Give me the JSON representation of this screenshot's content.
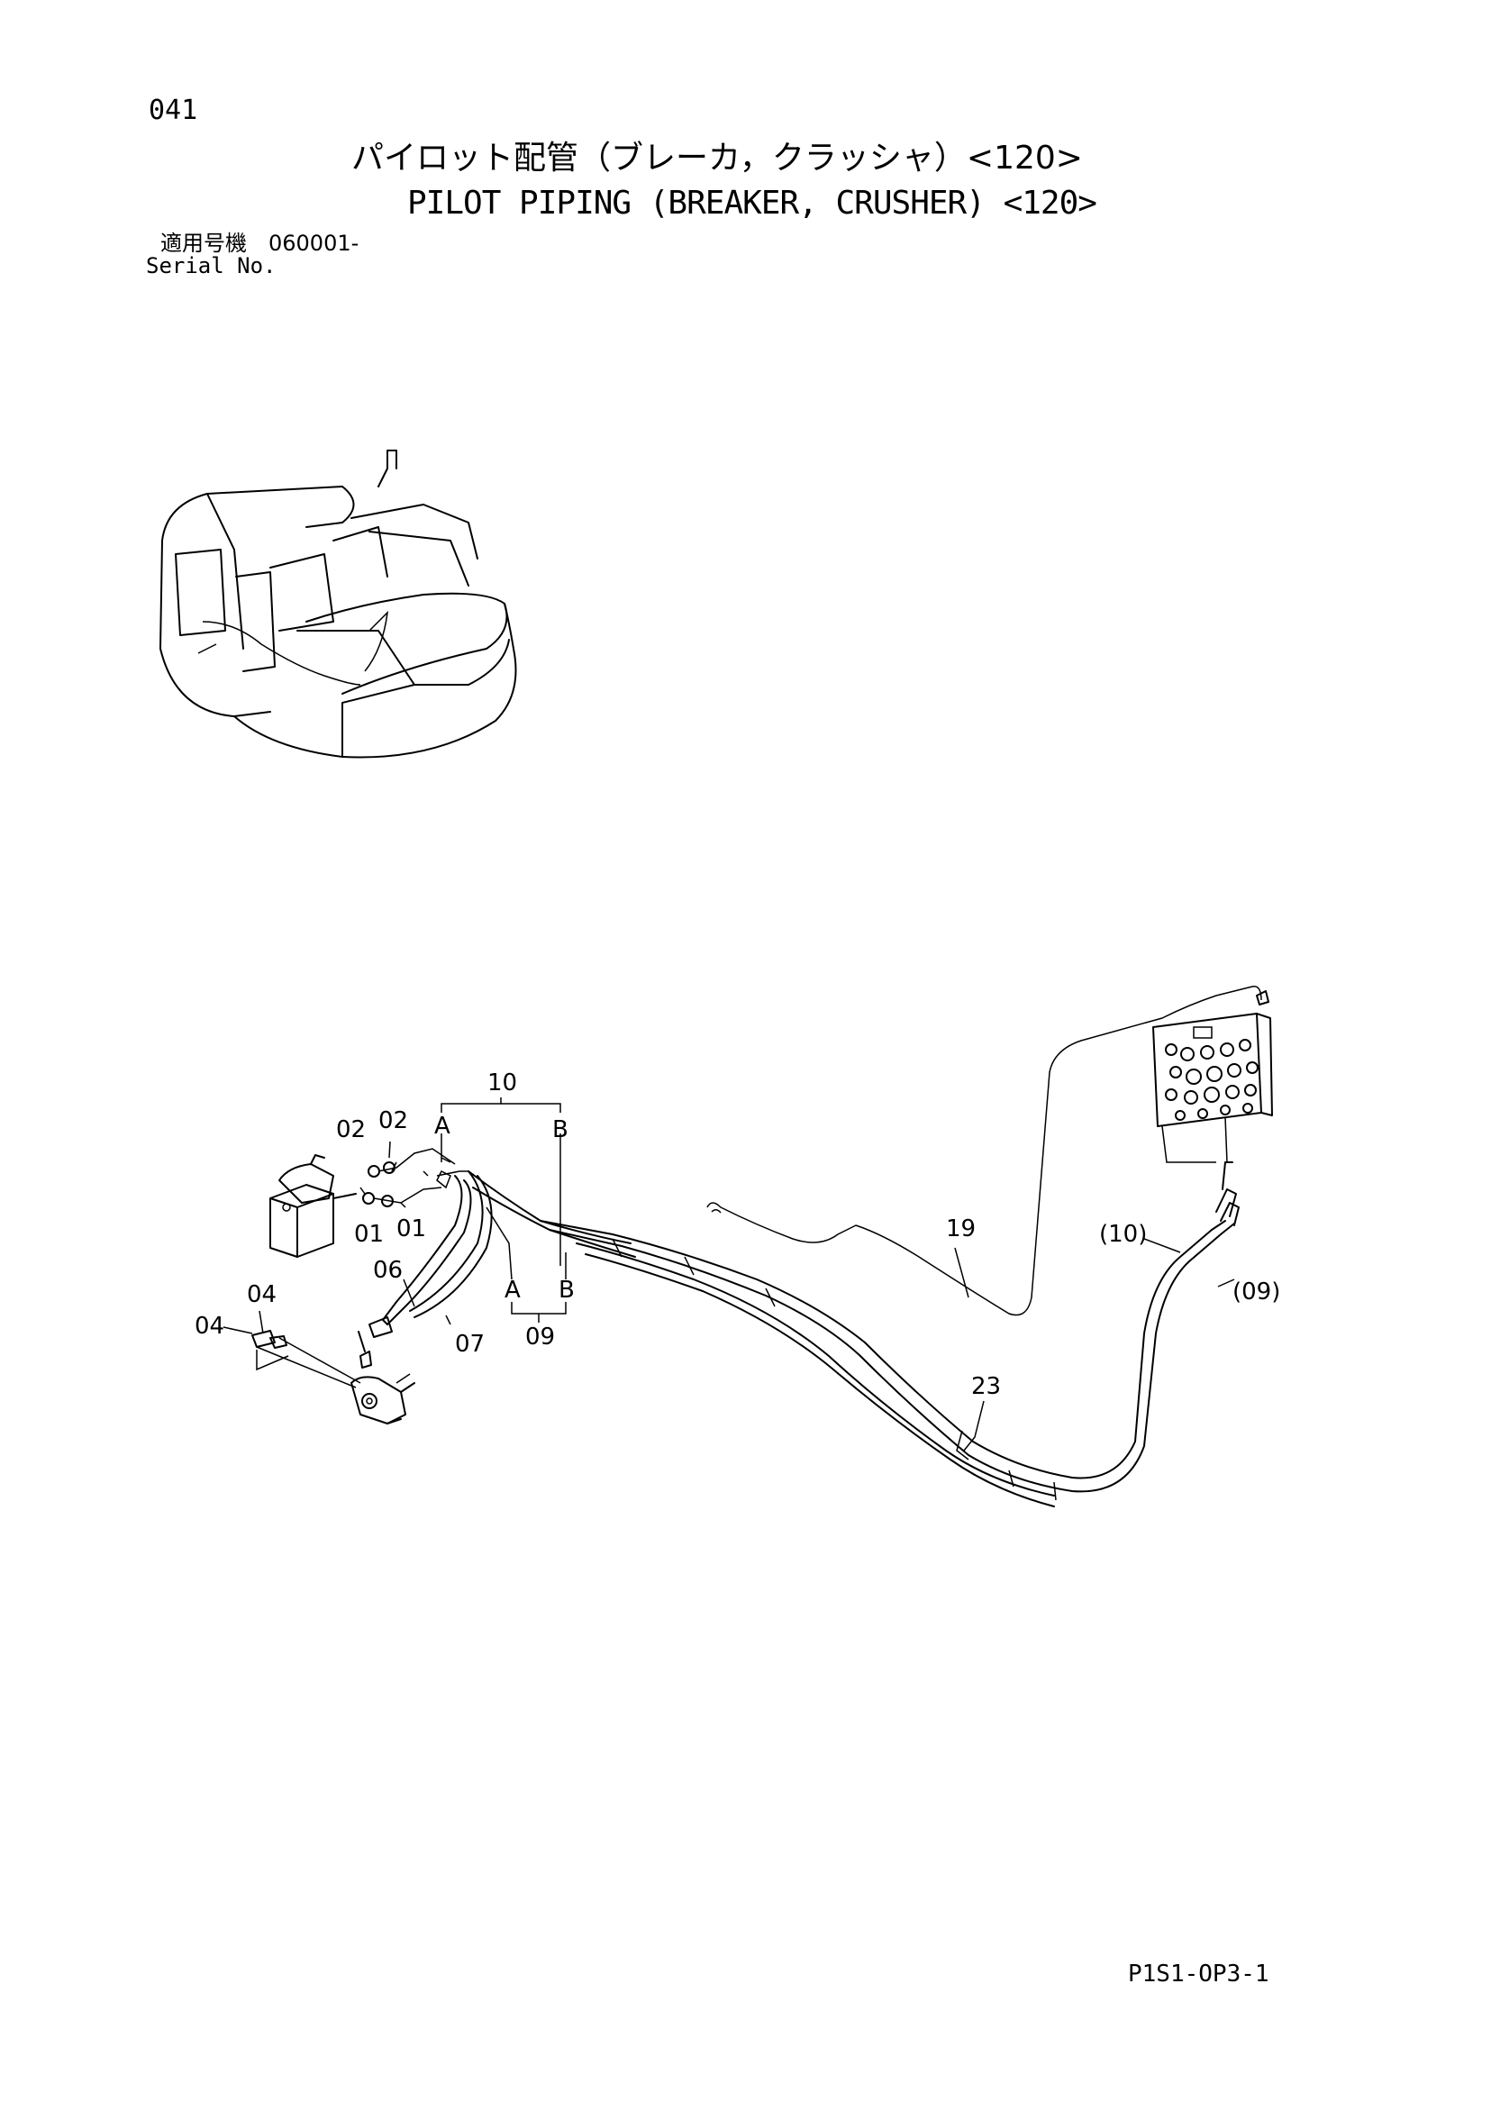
{
  "page": {
    "page_number": "041",
    "title_jp": "パイロット配管（ブレーカ，クラッシャ）<120>",
    "title_en": "PILOT PIPING (BREAKER, CRUSHER) <120>",
    "serial_label_jp": "適用号機　060001-",
    "serial_label_en": "Serial No.",
    "drawing_code": "P1S1-OP3-1"
  },
  "callouts": {
    "c10_top": "10",
    "c02_a": "02",
    "c02_b": "02",
    "cA_top": "A",
    "cB_top": "B",
    "c01_a": "01",
    "c01_b": "01",
    "c06": "06",
    "c07": "07",
    "cA_bottom": "A",
    "cB_bottom": "B",
    "c09_bottom": "09",
    "c04_a": "04",
    "c04_b": "04",
    "c19": "19",
    "c10_paren": "(10)",
    "c09_paren": "(09)",
    "c23": "23"
  }
}
